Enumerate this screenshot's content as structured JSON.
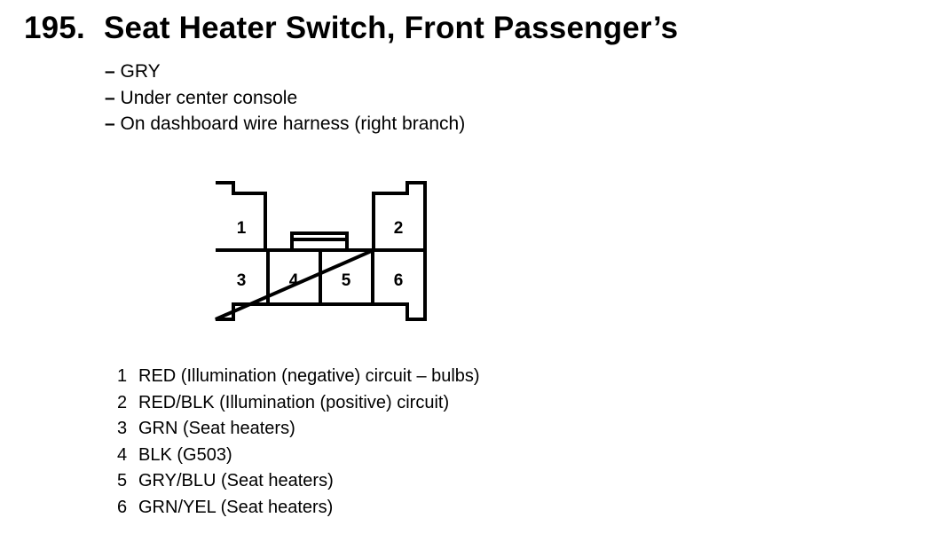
{
  "header": {
    "number": "195.",
    "title": "Seat Heater Switch, Front Passenger’s"
  },
  "notes": [
    {
      "dash": "–",
      "text": "GRY"
    },
    {
      "dash": "–",
      "text": "Under center console"
    },
    {
      "dash": "–",
      "text": "On dashboard wire harness (right branch)"
    }
  ],
  "connector": {
    "cavities": [
      "1",
      "2",
      "3",
      "4",
      "5",
      "6"
    ]
  },
  "pins": [
    {
      "num": "1",
      "desc": "RED (Illumination (negative) circuit – bulbs)"
    },
    {
      "num": "2",
      "desc": "RED/BLK (Illumination (positive) circuit)"
    },
    {
      "num": "3",
      "desc": "GRN (Seat heaters)"
    },
    {
      "num": "4",
      "desc": "BLK (G503)"
    },
    {
      "num": "5",
      "desc": "GRY/BLU (Seat heaters)"
    },
    {
      "num": "6",
      "desc": "GRN/YEL (Seat heaters)"
    }
  ]
}
